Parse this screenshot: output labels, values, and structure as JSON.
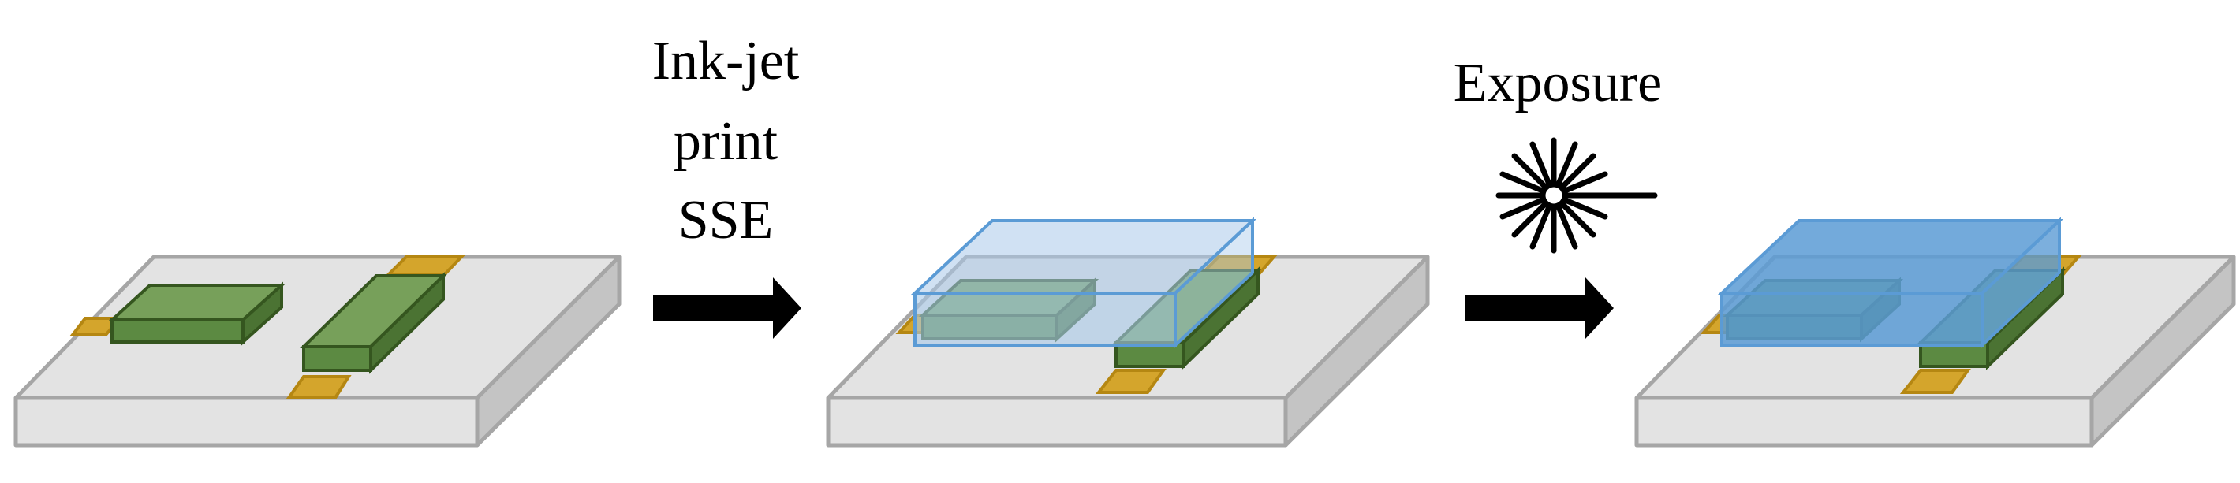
{
  "steps": {
    "step1_label_line1": "Ink-jet",
    "step1_label_line2": "print",
    "step1_label_line3": "SSE",
    "step2_label": "Exposure"
  },
  "colors": {
    "substrate_top": "#e3e3e3",
    "substrate_side": "#c4c4c4",
    "substrate_edge": "#a6a6a6",
    "electrode": "#d4a52c",
    "electrode_edge": "#b58712",
    "element_top": "#77a05a",
    "element_front": "#5c8a42",
    "element_side": "#4b7333",
    "element_edge": "#35561f",
    "sse_light_fill": "#a9c9ea",
    "sse_solid_fill": "#5b9bd5",
    "sse_edge": "#5b9bd5",
    "arrow": "#000000"
  },
  "icons": [
    "right-arrow-icon",
    "light-burst-icon"
  ]
}
